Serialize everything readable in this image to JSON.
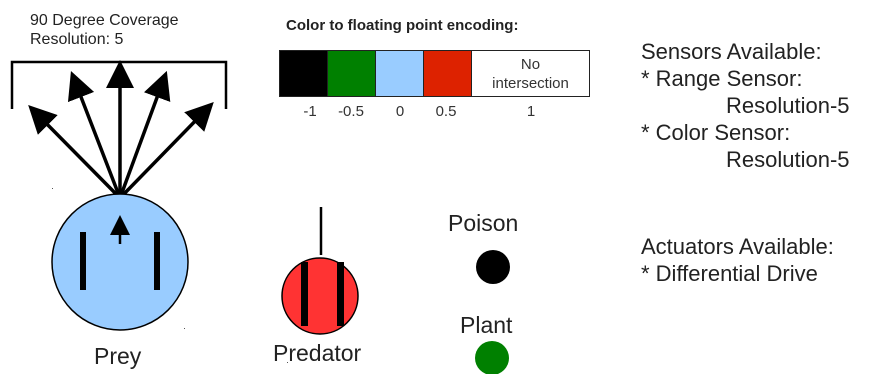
{
  "coverage": {
    "line1": "90 Degree Coverage",
    "line2": "Resolution: 5"
  },
  "encoding": {
    "title": "Color to floating point encoding:",
    "swatches": [
      {
        "color": "#000000",
        "value": "-1"
      },
      {
        "color": "#008000",
        "value": "-0.5"
      },
      {
        "color": "#99ccff",
        "value": "0"
      },
      {
        "color": "#dd2200",
        "value": "0.5"
      },
      {
        "color": "#ffffff",
        "value": "1",
        "text_line1": "No",
        "text_line2": "intersection"
      }
    ]
  },
  "sensors": {
    "title": "Sensors Available:",
    "range": "* Range Sensor:",
    "range_res": "Resolution-5",
    "color": "* Color Sensor:",
    "color_res": "Resolution-5"
  },
  "actuators": {
    "title": "Actuators Available:",
    "drive": "* Differential Drive"
  },
  "agents": {
    "prey": {
      "label": "Prey",
      "color": "#99ccff"
    },
    "predator": {
      "label": "Predator",
      "color": "#ff3333"
    },
    "poison": {
      "label": "Poison",
      "color": "#000000"
    },
    "plant": {
      "label": "Plant",
      "color": "#008000"
    }
  }
}
